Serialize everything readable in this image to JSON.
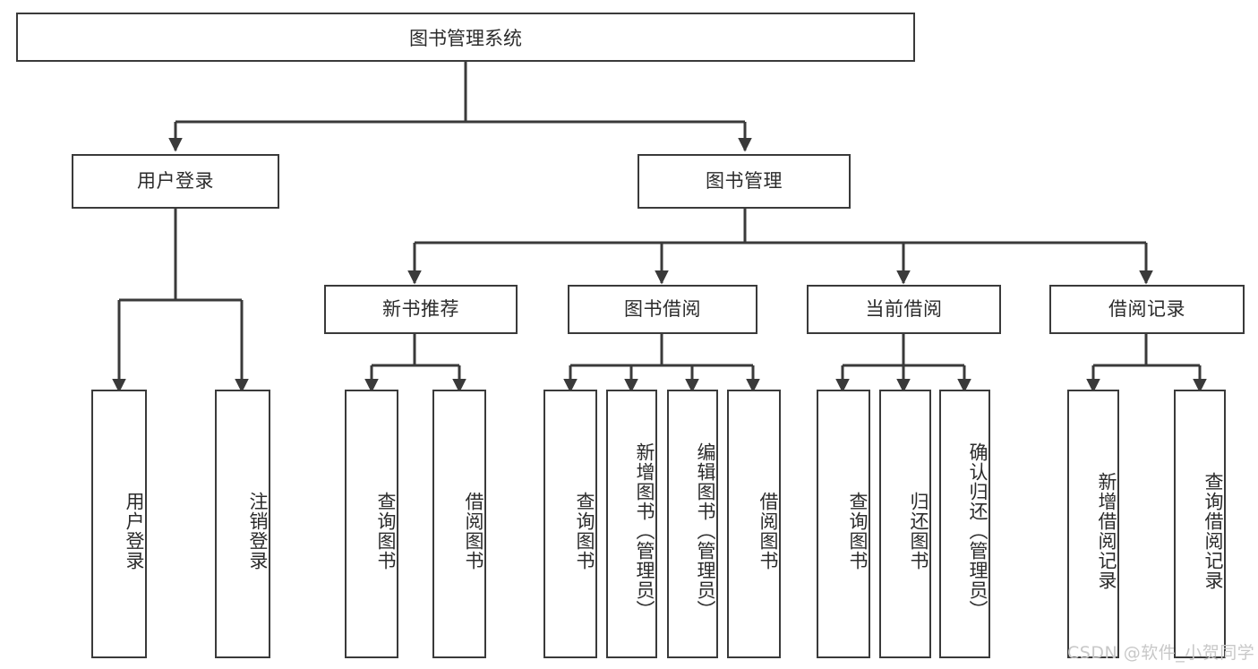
{
  "diagram": {
    "title": "图书管理系统",
    "type": "tree-hierarchy",
    "root": {
      "label": "图书管理系统"
    },
    "level2": [
      {
        "label": "用户登录"
      },
      {
        "label": "图书管理"
      }
    ],
    "level3": [
      {
        "label": "新书推荐"
      },
      {
        "label": "图书借阅"
      },
      {
        "label": "当前借阅"
      },
      {
        "label": "借阅记录"
      }
    ],
    "leaves": {
      "user_login": [
        {
          "label": "用户登录"
        },
        {
          "label": "注销登录"
        }
      ],
      "new_book_recommend": [
        {
          "label": "查询图书"
        },
        {
          "label": "借阅图书"
        }
      ],
      "book_borrow": [
        {
          "label": "查询图书"
        },
        {
          "label": "新增图书（管理员）"
        },
        {
          "label": "编辑图书（管理员）"
        },
        {
          "label": "借阅图书"
        }
      ],
      "current_borrow": [
        {
          "label": "查询图书"
        },
        {
          "label": "归还图书"
        },
        {
          "label": "确认归还（管理员）"
        }
      ],
      "borrow_record": [
        {
          "label": "新增借阅记录"
        },
        {
          "label": "查询借阅记录"
        }
      ]
    }
  },
  "watermark": {
    "text": "CSDN @软件_小贺同学"
  },
  "colors": {
    "stroke": "#3a3a3a",
    "text": "#2b2b2b",
    "background": "#ffffff",
    "watermark": "#c8c8c8"
  }
}
